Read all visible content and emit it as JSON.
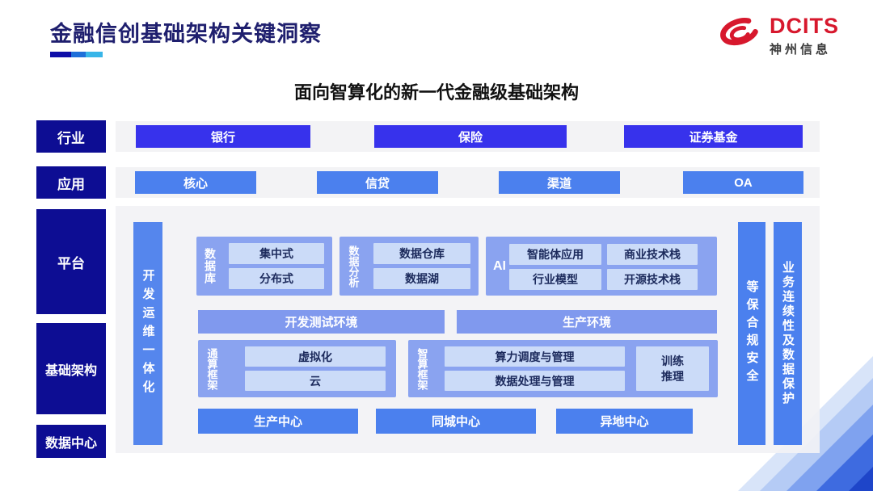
{
  "header": {
    "title": "金融信创基础架构关键洞察",
    "logo_brand": "DCITS",
    "logo_company": "神州信息"
  },
  "diagram": {
    "subtitle": "面向智算化的新一代金融级基础架构",
    "side_labels": {
      "industry": "行业",
      "application": "应用",
      "platform": "平台",
      "infrastructure": "基础架构",
      "datacenter": "数据中心"
    },
    "industry_items": [
      "银行",
      "保险",
      "证券基金"
    ],
    "application_items": [
      "核心",
      "信贷",
      "渠道",
      "OA"
    ],
    "devops_bar": "开发运维一体化",
    "database_group": {
      "label": "数据库",
      "items": [
        "集中式",
        "分布式"
      ]
    },
    "analytics_group": {
      "label": "数据分析",
      "items": [
        "数据仓库",
        "数据湖"
      ]
    },
    "ai_group": {
      "label": "AI",
      "items": [
        "智能体应用",
        "商业技术栈",
        "行业模型",
        "开源技术栈"
      ]
    },
    "environments": [
      "开发测试环境",
      "生产环境"
    ],
    "general_framework": {
      "label": "通算框架",
      "items": [
        "虚拟化",
        "云"
      ]
    },
    "intelligent_framework": {
      "label": "智算框架",
      "items": [
        "算力调度与管理",
        "数据处理与管理"
      ],
      "side_item": "训练推理"
    },
    "centers": [
      "生产中心",
      "同城中心",
      "异地中心"
    ],
    "right_bars": [
      "等保合规安全",
      "业务连续性及数据保护"
    ]
  },
  "colors": {
    "navy_label": "#0D0D93",
    "industry_button": "#3732EC",
    "blue_button": "#4B80EE",
    "group_background": "#8AA3F0",
    "devops_bar": "#5586ED",
    "light_inner_box": "#CBDBF8",
    "title_navy": "#1F1F6E",
    "brand_red": "#D7182D",
    "panel_gray": "#F3F3F5"
  }
}
